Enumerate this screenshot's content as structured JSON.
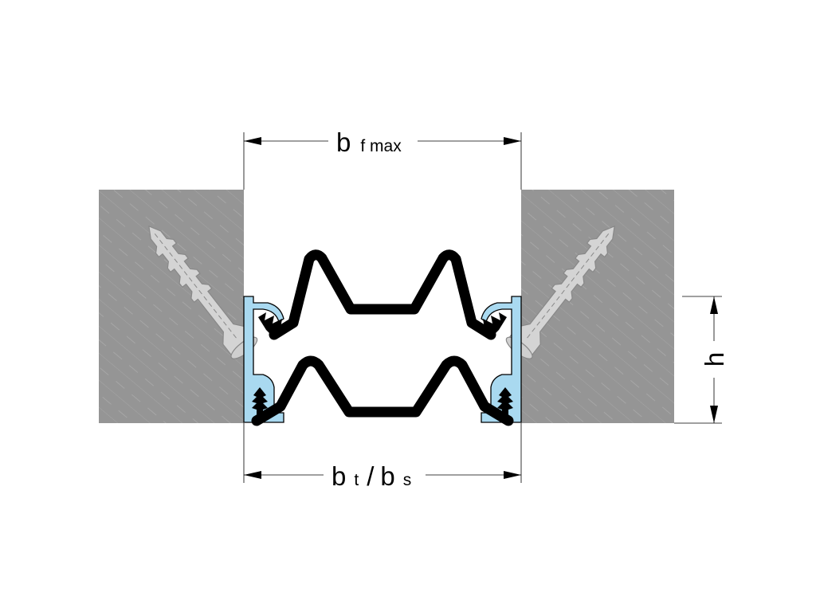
{
  "colors": {
    "concrete": "#959595",
    "concrete_hatch": "#a6a6a6",
    "profile": "#000000",
    "aluminium": "#a9d9f0",
    "anchor": "#d4d4d4",
    "anchor_edge": "#888888",
    "dimension": "#000000"
  },
  "dimensions": {
    "top": {
      "main": "b",
      "sub": "f max"
    },
    "bottom": {
      "main": "b",
      "sub1": "t",
      "separator": "/",
      "main2": "b",
      "sub2": "s"
    },
    "height": {
      "label": "h"
    }
  }
}
